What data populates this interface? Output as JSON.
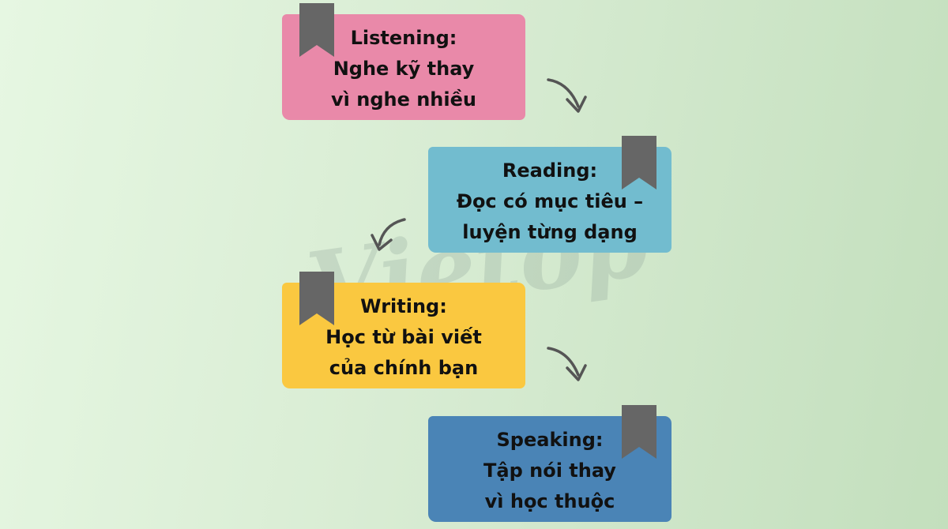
{
  "watermark": {
    "text": "Vietop"
  },
  "colors": {
    "listening": "#e989a9",
    "reading": "#72bccf",
    "writing": "#fac840",
    "speaking": "#4a84b6",
    "bookmark": "#666666",
    "arrow": "#555555"
  },
  "icons": {
    "bookmark": "bookmark-icon",
    "arrow": "curved-arrow-icon"
  },
  "steps": [
    {
      "title": "Listening:",
      "lines": [
        "Nghe kỹ thay",
        "vì nghe nhiều"
      ]
    },
    {
      "title": "Reading:",
      "lines": [
        "Đọc có mục tiêu –",
        "luyện từng dạng"
      ]
    },
    {
      "title": "Writing:",
      "lines": [
        "Học từ bài viết",
        "của chính bạn"
      ]
    },
    {
      "title": "Speaking:",
      "lines": [
        "Tập nói thay",
        "vì học thuộc"
      ]
    }
  ]
}
